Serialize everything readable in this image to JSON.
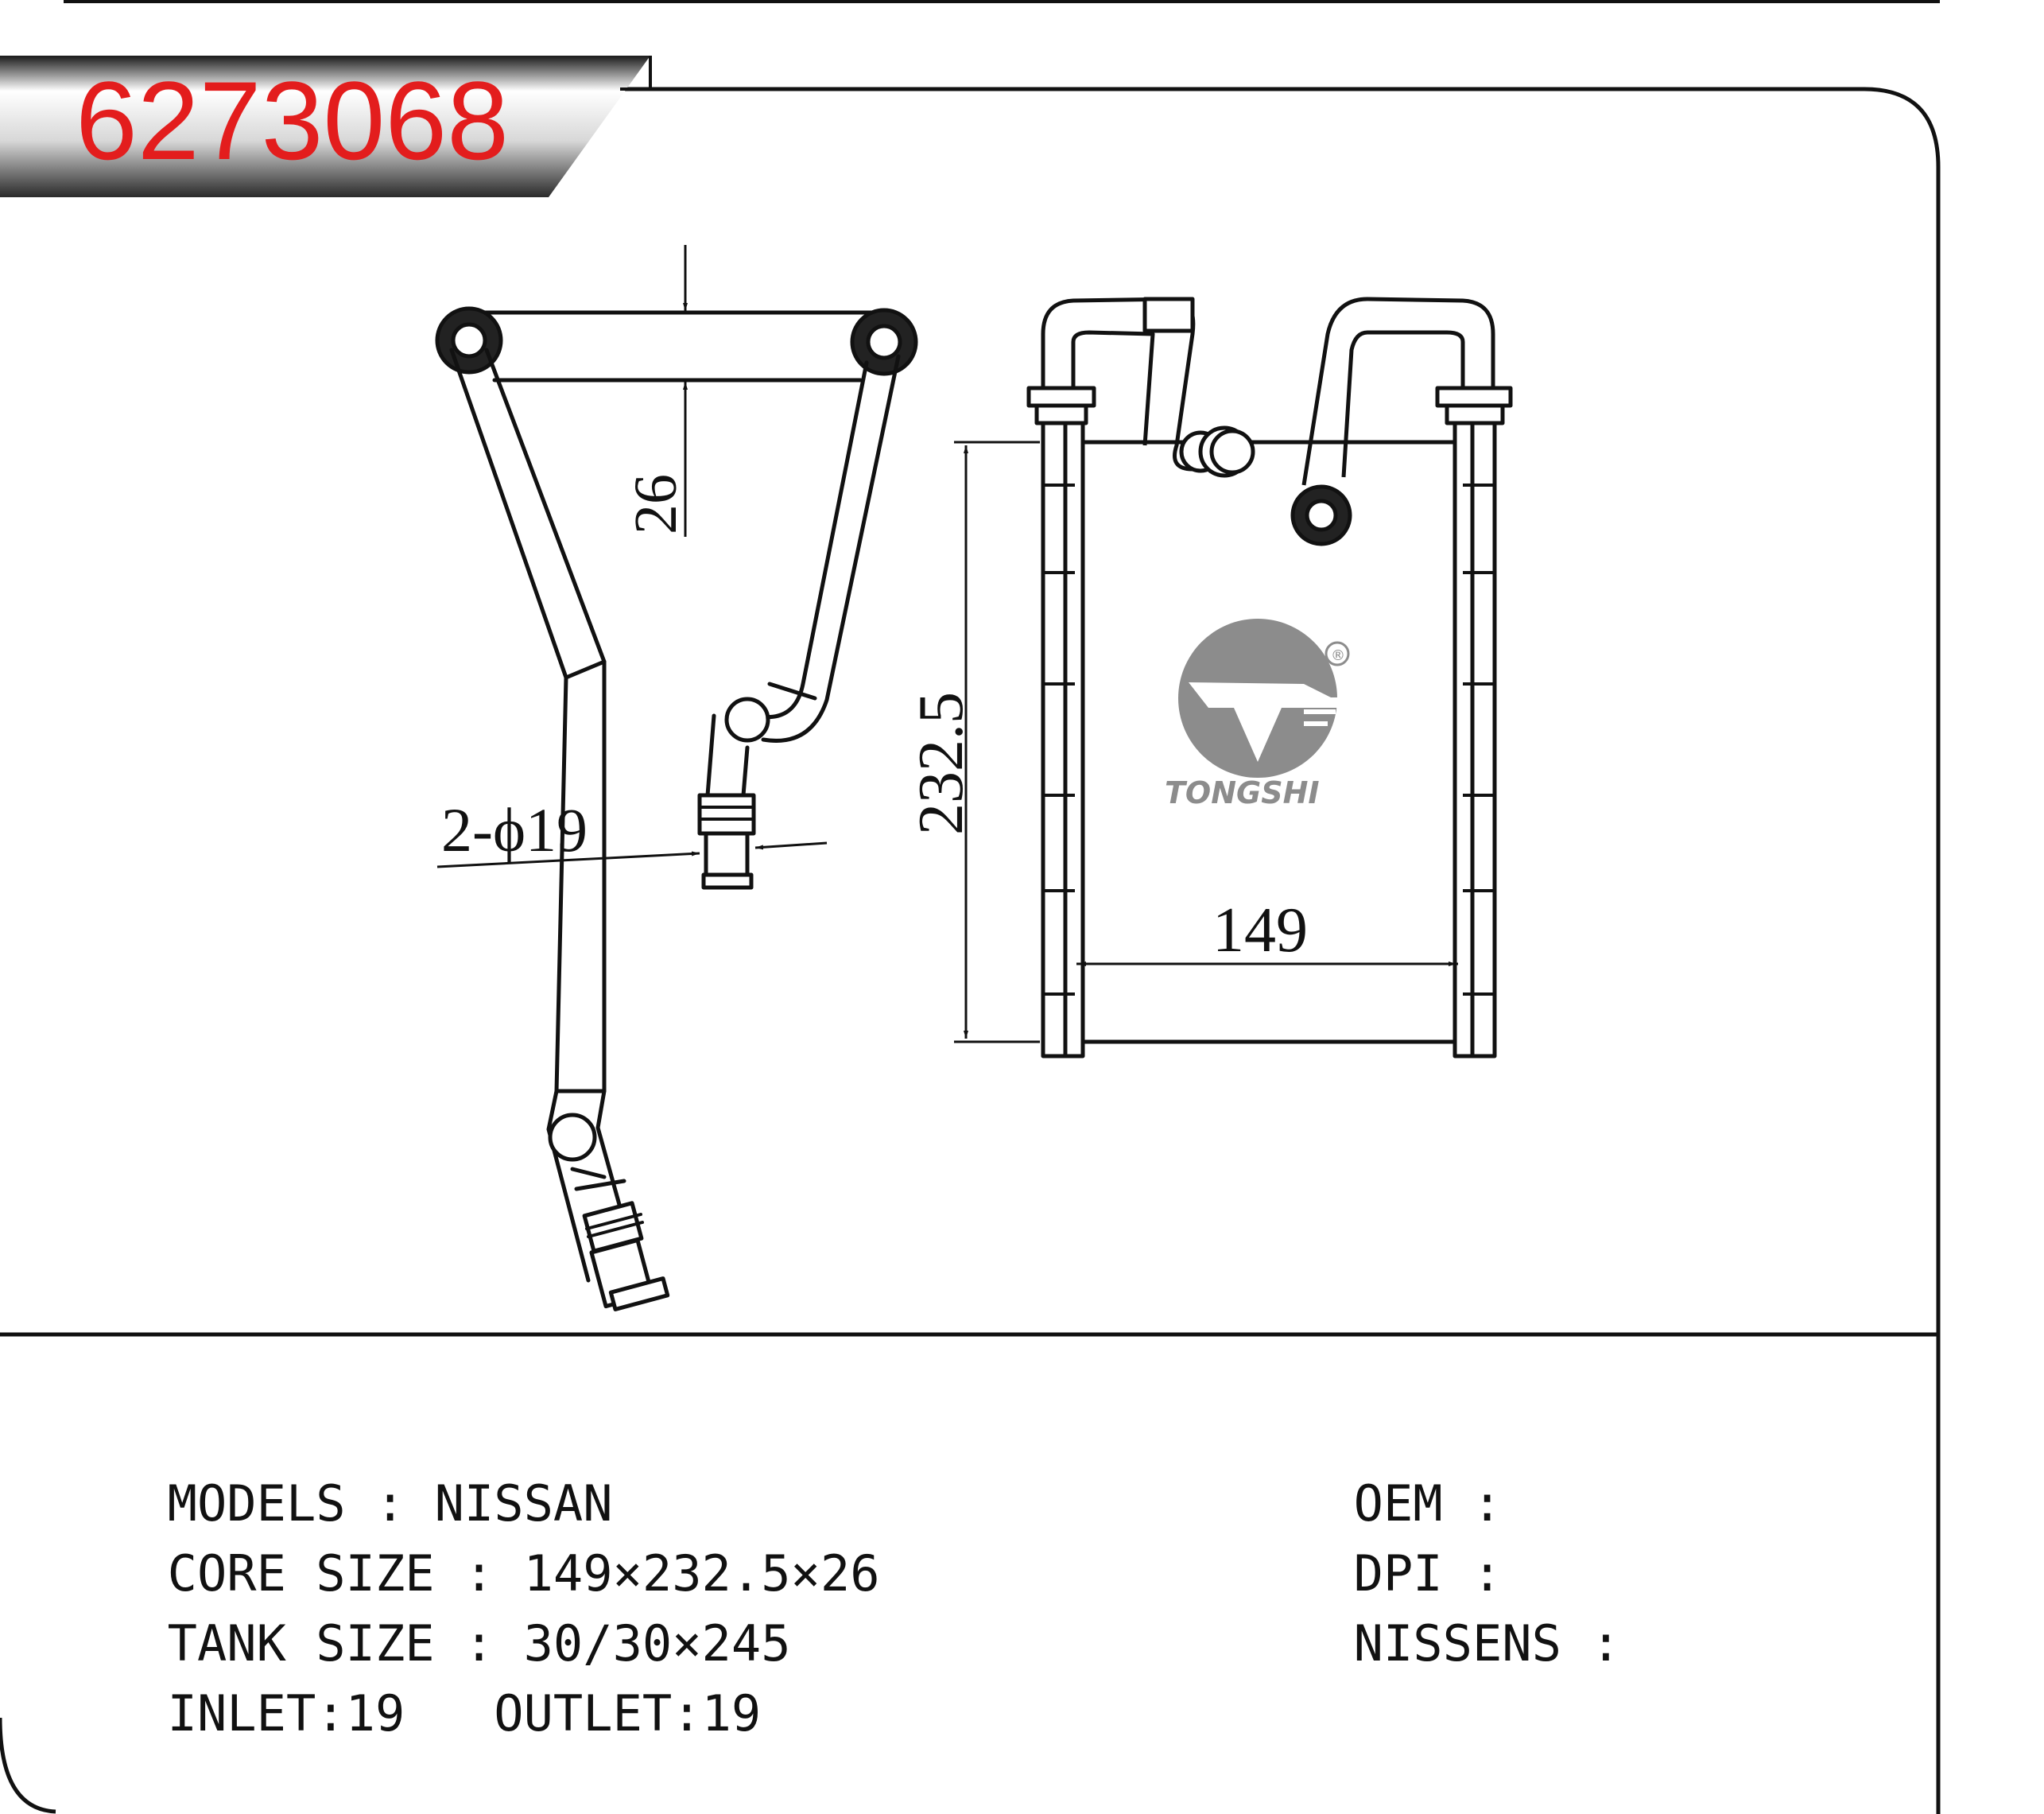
{
  "part_number": "6273068",
  "colors": {
    "part_number_text": "#e31d1d",
    "line": "#111111",
    "logo_gray": "#8c8c8c"
  },
  "logo": {
    "brand": "TONGSHI",
    "registered_mark": "®"
  },
  "dimensions": {
    "thickness": "26",
    "pipe_diameter": "2-ϕ19",
    "core_height": "232.5",
    "core_width": "149"
  },
  "specs": {
    "models_label": "MODELS",
    "models_value": "NISSAN",
    "core_label": "CORE SIZE",
    "core_value": "149×232.5×26",
    "tank_label": "TANK SIZE",
    "tank_value": "30/30×245",
    "inlet_label": "INLET",
    "inlet_value": "19",
    "outlet_label": "OUTLET",
    "outlet_value": "19",
    "oem_label": "OEM",
    "oem_value": "",
    "dpi_label": "DPI",
    "dpi_value": "",
    "nissens_label": "NISSENS",
    "nissens_value": ""
  }
}
